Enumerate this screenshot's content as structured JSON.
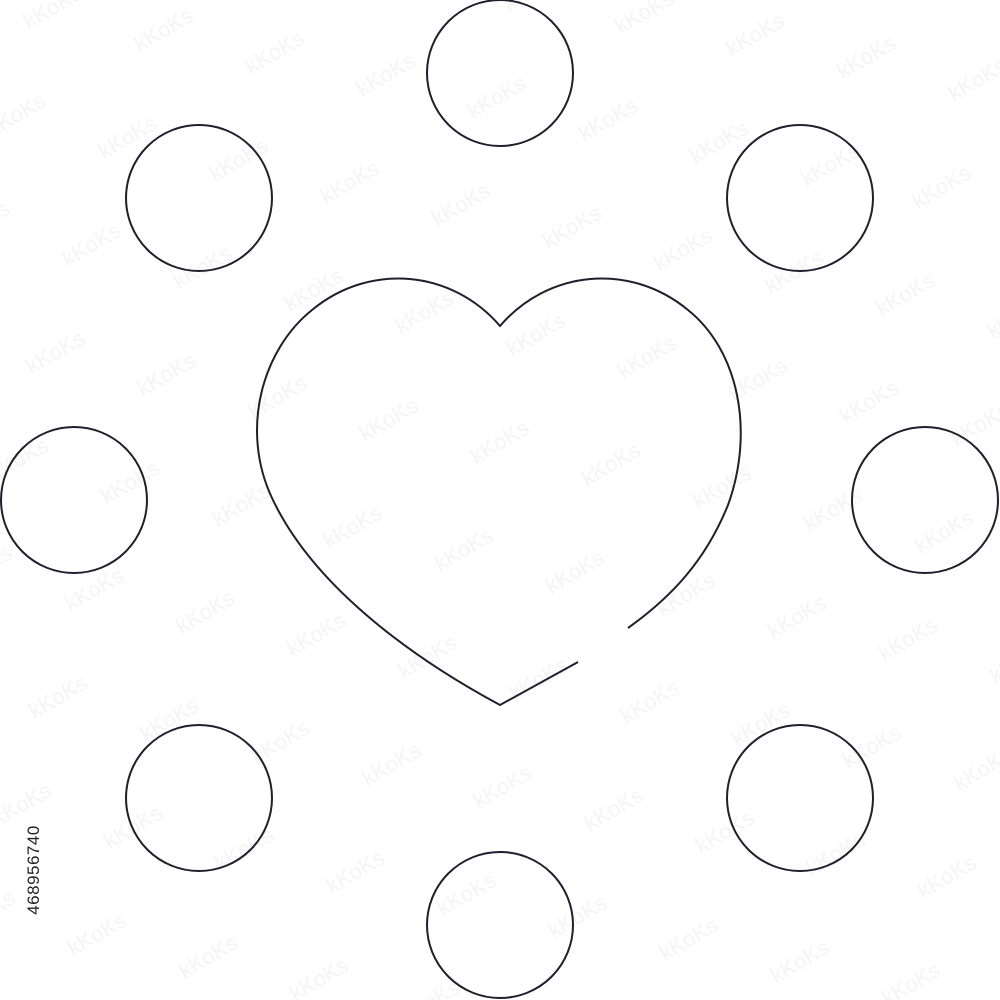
{
  "colors": {
    "background": "#ffffff",
    "stroke": "#1f1f2e",
    "watermark": "#9a9a9a"
  },
  "icons": {
    "center": "heart-outline-icon",
    "ring": "circle-outline-icon"
  },
  "ring_circle_count": 8,
  "watermark_text": "kKoKs",
  "stock_id": "468956740"
}
